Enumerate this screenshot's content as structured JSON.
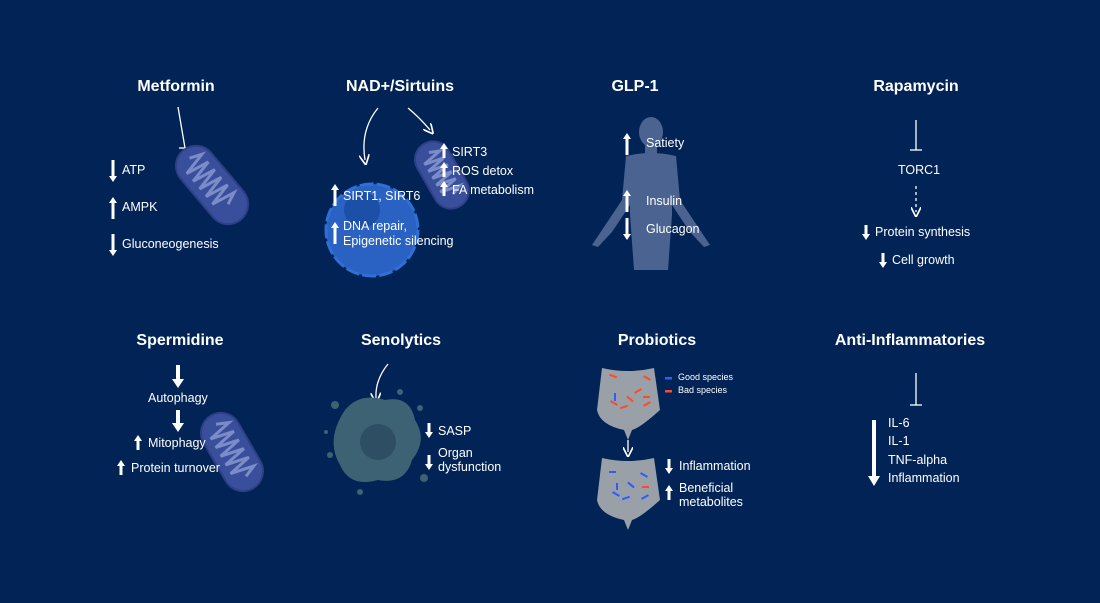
{
  "panels": {
    "metformin": {
      "title": "Metformin",
      "items": [
        {
          "dir": "down",
          "label": "ATP"
        },
        {
          "dir": "up",
          "label": "AMPK"
        },
        {
          "dir": "down",
          "label": "Gluconeogenesis"
        }
      ]
    },
    "nad": {
      "title": "NAD+/Sirtuins",
      "mito_items": [
        {
          "dir": "up",
          "label": "SIRT3"
        },
        {
          "dir": "up",
          "label": "ROS detox"
        },
        {
          "dir": "up",
          "label": "FA metabolism"
        }
      ],
      "nucleus_items": [
        {
          "dir": "up",
          "label": "SIRT1, SIRT6"
        },
        {
          "dir": "up",
          "label": "DNA repair,",
          "label2": "Epigenetic silencing"
        }
      ]
    },
    "glp1": {
      "title": "GLP-1",
      "items": [
        {
          "dir": "up",
          "label": "Satiety"
        },
        {
          "dir": "up",
          "label": "Insulin"
        },
        {
          "dir": "down",
          "label": "Glucagon"
        }
      ]
    },
    "rapamycin": {
      "title": "Rapamycin",
      "target": "TORC1",
      "items": [
        {
          "dir": "down",
          "label": "Protein synthesis"
        },
        {
          "dir": "down",
          "label": "Cell growth"
        }
      ]
    },
    "spermidine": {
      "title": "Spermidine",
      "step": "Autophagy",
      "items": [
        {
          "dir": "up",
          "label": "Mitophagy"
        },
        {
          "dir": "up",
          "label": "Protein turnover"
        }
      ]
    },
    "senolytics": {
      "title": "Senolytics",
      "items": [
        {
          "dir": "down",
          "label": "SASP"
        },
        {
          "dir": "down",
          "label": "Organ",
          "label2": "dysfunction"
        }
      ]
    },
    "probiotics": {
      "title": "Probiotics",
      "legend": [
        {
          "label": "Good species",
          "color": "#2f5bff"
        },
        {
          "label": "Bad species",
          "color": "#ff4a2a"
        }
      ],
      "items": [
        {
          "dir": "down",
          "label": "Inflammation"
        },
        {
          "dir": "up",
          "label": "Beneficial",
          "label2": "metabolites"
        }
      ]
    },
    "antiinflammatories": {
      "title": "Anti-Inflammatories",
      "items": [
        "IL-6",
        "IL-1",
        "TNF-alpha",
        "Inflammation"
      ]
    }
  },
  "colors": {
    "background": "#022356",
    "organelle": "#3a4f9c",
    "organelle_light": "#7b8cc8",
    "nucleus": "#2a62c4",
    "body": "#4a6390",
    "gut": "#9aa0a8",
    "cell": "#3d6274"
  }
}
